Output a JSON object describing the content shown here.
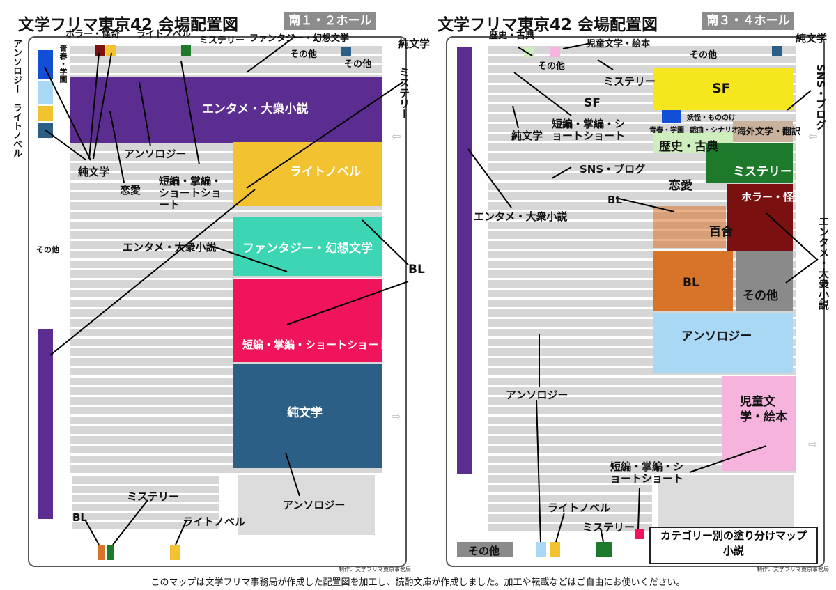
{
  "colors": {
    "entame": "#5c2d91",
    "lightnovel": "#f2c230",
    "fantasy": "#3dd6b5",
    "tanpen": "#f0155a",
    "junbungaku": "#2b5f86",
    "sf": "#f5e61e",
    "mystery": "#1e7a2b",
    "horror": "#7a1010",
    "bl": "#d8732a",
    "anthology": "#a9d8f5",
    "jido": "#f5b3de",
    "rekishi": "#cfeebd",
    "seishun": "#1150d6",
    "seats": "#d6d6d6",
    "hall_badge": "#8c8c8c"
  },
  "left": {
    "title": "文学フリマ東京42 会場配置図",
    "hall": "南１・２ホール",
    "labels": {
      "horror": "ホラー・怪奇",
      "lightnovel_top": "ライトノベル",
      "mystery_top": "ミステリー",
      "fantasy_top": "ファンタジー・幻想文学",
      "junbungaku_top": "純文学",
      "sonota1": "その他",
      "sonota2": "その他",
      "anthology_side": "アンソロジー",
      "seishun": "青春・学園",
      "lightnovel_side": "ライトノベル",
      "entame_main": "エンタメ・大衆小説",
      "mystery_right": "ミステリー",
      "anthology_mid": "アンソロジー",
      "junbungaku_mid": "純文学",
      "renai": "恋愛",
      "tanpen_mid": "短編・掌編・ショートショート",
      "lightnovel_main": "ライトノベル",
      "fantasy_main": "ファンタジー・幻想文学",
      "sonota_side": "その他",
      "entame_mid": "エンタメ・大衆小説",
      "bl_right": "BL",
      "tanpen_main": "短編・掌編・ショートショート",
      "junbungaku_main": "純文学",
      "anthology_bottom": "アンソロジー",
      "mystery_bottom": "ミステリー",
      "bl_bottom": "BL",
      "lightnovel_bottom": "ライトノベル"
    },
    "credit": "制作：文学フリマ東京事務局"
  },
  "right": {
    "title": "文学フリマ東京42 会場配置図",
    "hall": "南３・４ホール",
    "labels": {
      "rekishi_top": "歴史・古典",
      "jido_top": "児童文学・絵本",
      "junbungaku_top": "純文学",
      "sonota_top1": "その他",
      "sonota_top2": "その他",
      "mystery_top": "ミステリー",
      "sf_small": "SF",
      "sf_main": "SF",
      "sns_side": "SNS・ブログ",
      "junbungaku_mid": "純文学",
      "tanpen_mid": "短編・掌編・ショートショート",
      "seishun": "青春・学園",
      "youkai": "妖怪・もののけ",
      "gikyoku": "戯曲・シナリオ",
      "kaigai": "海外文学・翻訳",
      "rekishi_main": "歴史・古典",
      "mystery_main": "ミステリー",
      "sns_mid": "SNS・ブログ",
      "renai": "恋愛",
      "horror": "ホラー・怪奇",
      "bl_small": "BL",
      "yuri": "百合",
      "entame_side": "エンタメ・大衆小説",
      "entame_left": "エンタメ・大衆小説",
      "bl_main": "BL",
      "sonota_main": "その他",
      "anthology_main": "アンソロジー",
      "anthology_left": "アンソロジー",
      "jido_main": "児童文学・絵本",
      "tanpen_bottom": "短編・掌編・ショートショート",
      "lightnovel_bottom": "ライトノベル",
      "mystery_bottom": "ミステリー",
      "sonota_bottom": "その他"
    },
    "legend": {
      "line1": "カテゴリー別の塗り分けマップ",
      "line2": "小説"
    },
    "credit": "制作：文学フリマ東京事務局"
  },
  "footer": "このマップは文学フリマ事務局が作成した配置図を加工し、読酌文庫が作成しました。加工や転載などはご自由にお使いください。"
}
